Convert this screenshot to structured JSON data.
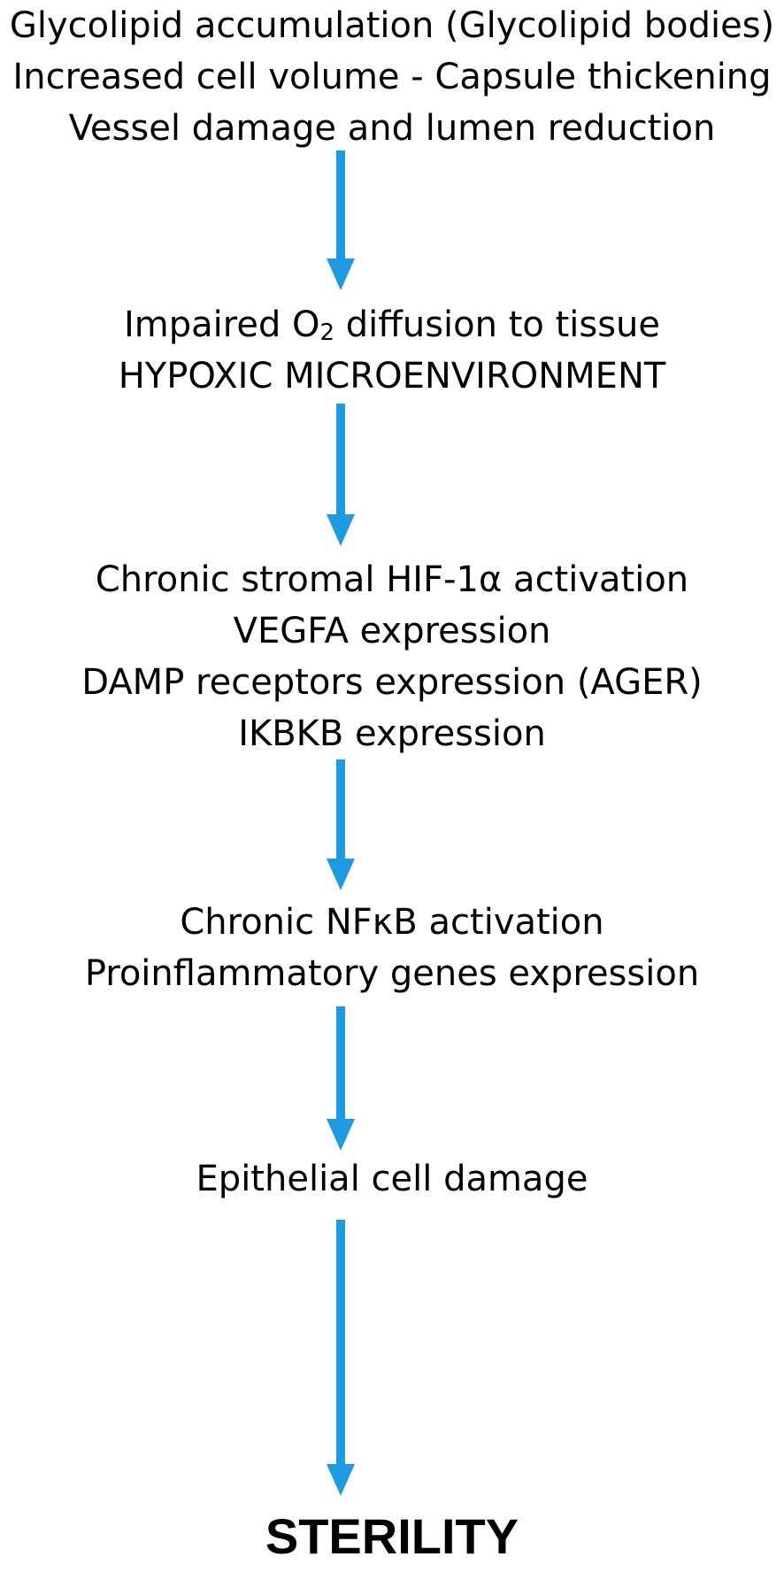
{
  "flow": {
    "accent_color": "#1e9be0",
    "steps": [
      {
        "lines": [
          "Glycolipid accumulation (Glycolipid bodies)",
          "Increased cell volume - Capsule thickening",
          "Vessel damage and lumen reduction"
        ]
      },
      {
        "line1_prefix": "Impaired O",
        "line1_sub": "2",
        "line1_suffix": " diffusion to tissue",
        "line2": "HYPOXIC MICROENVIRONMENT"
      },
      {
        "lines": [
          "Chronic stromal HIF-1α activation",
          "VEGFA expression",
          "DAMP receptors expression (AGER)",
          "IKBKB expression"
        ]
      },
      {
        "lines": [
          "Chronic NFκB activation",
          "Proinflammatory genes expression"
        ]
      },
      {
        "lines": [
          "Epithelial cell damage"
        ]
      }
    ],
    "outcome": "STERILITY"
  }
}
